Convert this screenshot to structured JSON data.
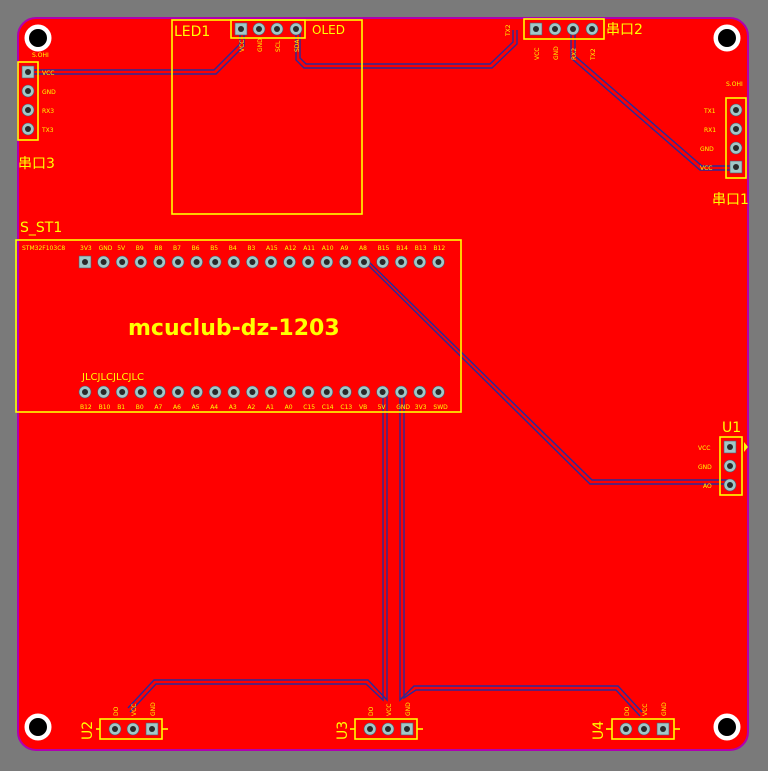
{
  "board": {
    "title": "mcuclub-dz-1203",
    "colors": {
      "copper": "#ff0000",
      "silkscreen": "#ffff00",
      "outline": "#b000b0",
      "background": "#7a7a7a",
      "trace": "#2a2a9a",
      "pad": "#a0c8c8"
    }
  },
  "components": {
    "led1": {
      "ref": "LED1",
      "label": "OLED",
      "pins": [
        "VCC",
        "GND",
        "SCL",
        "SDA"
      ]
    },
    "serial2": {
      "ref": "串口2",
      "pins": [
        "VCC",
        "GND",
        "RX2",
        "TX2"
      ],
      "side_note": "TX2"
    },
    "serial3": {
      "ref": "串口3",
      "pins": [
        "VCC",
        "GND",
        "RX3",
        "TX3"
      ],
      "header_note": "S.OHI"
    },
    "serial1": {
      "ref": "串口1",
      "pins": [
        "TX1",
        "RX1",
        "GND",
        "VCC"
      ],
      "header_note": "S.OHI"
    },
    "s_st1": {
      "ref": "S_ST1",
      "tag": "JLCJLCJLCJLC",
      "top_pins": [
        "3V3",
        "GND",
        "5V",
        "B9",
        "B8",
        "B7",
        "B6",
        "B5",
        "B4",
        "B3",
        "A15",
        "A12",
        "A11",
        "A10",
        "A9",
        "A8",
        "B15",
        "B14",
        "B13",
        "B12"
      ],
      "bottom_pins": [
        "B12",
        "B10",
        "B1",
        "B0",
        "A7",
        "A6",
        "A5",
        "A4",
        "A3",
        "A2",
        "A1",
        "A0",
        "C15",
        "C14",
        "C13",
        "VB",
        "5V",
        "GND",
        "3V3",
        "SWD"
      ],
      "left_note": "STM32F103C8"
    },
    "u1": {
      "ref": "U1",
      "pins": [
        "VCC",
        "GND",
        "AO"
      ]
    },
    "u2": {
      "ref": "U2",
      "pins": [
        "DO",
        "VCC",
        "GND"
      ]
    },
    "u3": {
      "ref": "U3",
      "pins": [
        "DO",
        "VCC",
        "GND"
      ]
    },
    "u4": {
      "ref": "U4",
      "pins": [
        "DO",
        "VCC",
        "GND"
      ]
    }
  }
}
